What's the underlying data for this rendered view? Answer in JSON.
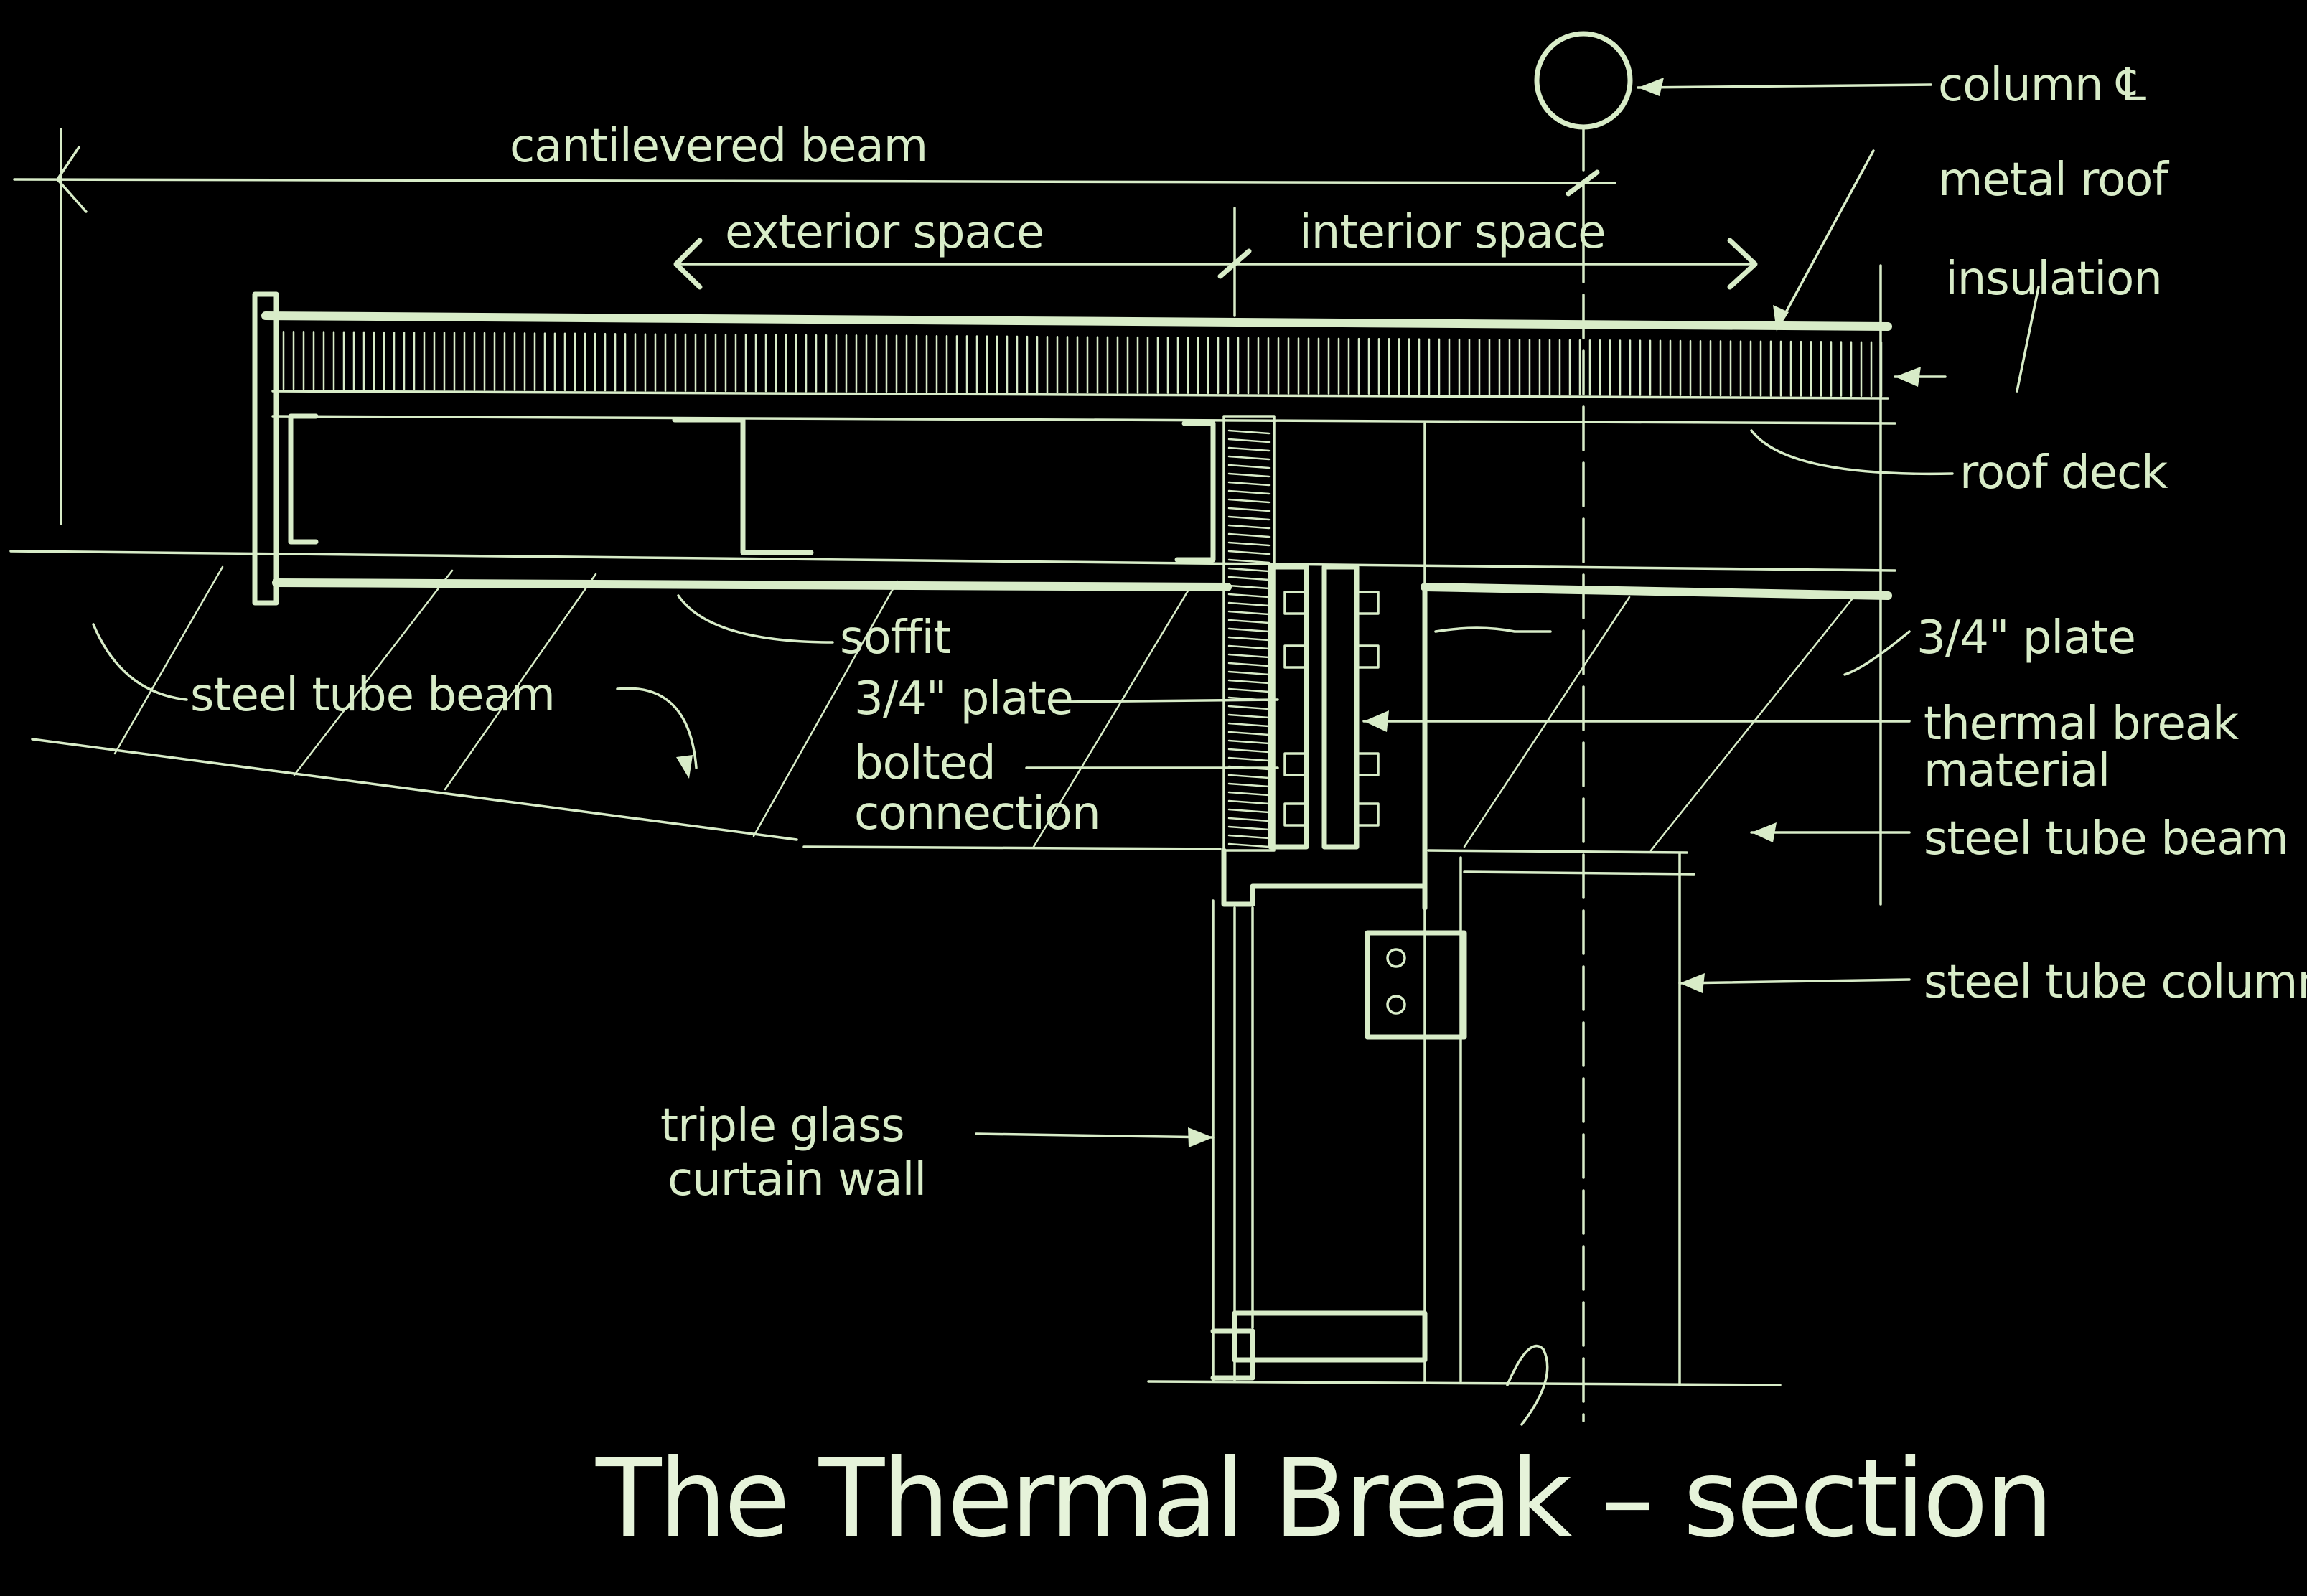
{
  "title": "The Thermal Break – section",
  "labels": {
    "cantilevered_beam": "cantilevered beam",
    "exterior_space": "exterior space",
    "interior_space": "interior space",
    "column_cl": "column ℄",
    "metal_roof": "metal roof",
    "insulation": "insulation",
    "roof_deck": "roof deck",
    "soffit": "soffit",
    "steel_tube_beam_left": "steel tube beam",
    "plate_left": "3/4\" plate",
    "bolted_connection_1": "bolted",
    "bolted_connection_2": "connection",
    "plate_right": "3/4\" plate",
    "thermal_break_1": "thermal break",
    "thermal_break_2": "material",
    "steel_tube_beam_right": "steel tube beam",
    "steel_tube_column": "steel tube column",
    "curtain_wall_1": "triple glass",
    "curtain_wall_2": "curtain wall"
  },
  "colors": {
    "background": "#000000",
    "ink": "#d8ecc8"
  }
}
